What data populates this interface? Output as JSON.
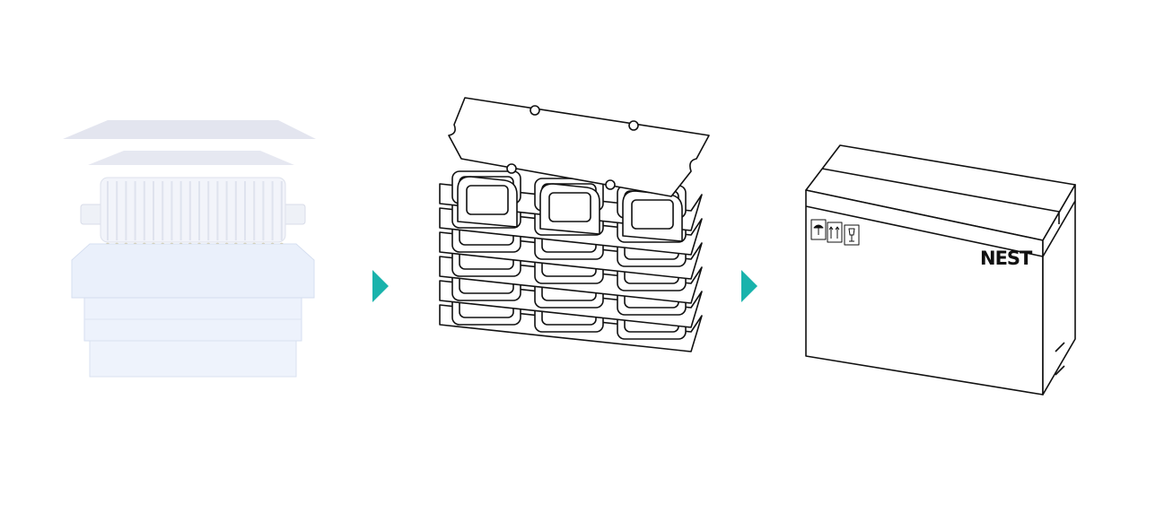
{
  "flow": {
    "steps": [
      {
        "name": "tip-box-tub",
        "label": ""
      },
      {
        "name": "blister-tray-stack",
        "label": ""
      },
      {
        "name": "shipping-carton",
        "label": ""
      }
    ],
    "arrow_color": "#19b3ac"
  },
  "carton": {
    "brand": "NEST",
    "icons": [
      "umbrella-keep-dry-icon",
      "this-way-up-icon",
      "fragile-glass-icon"
    ]
  }
}
